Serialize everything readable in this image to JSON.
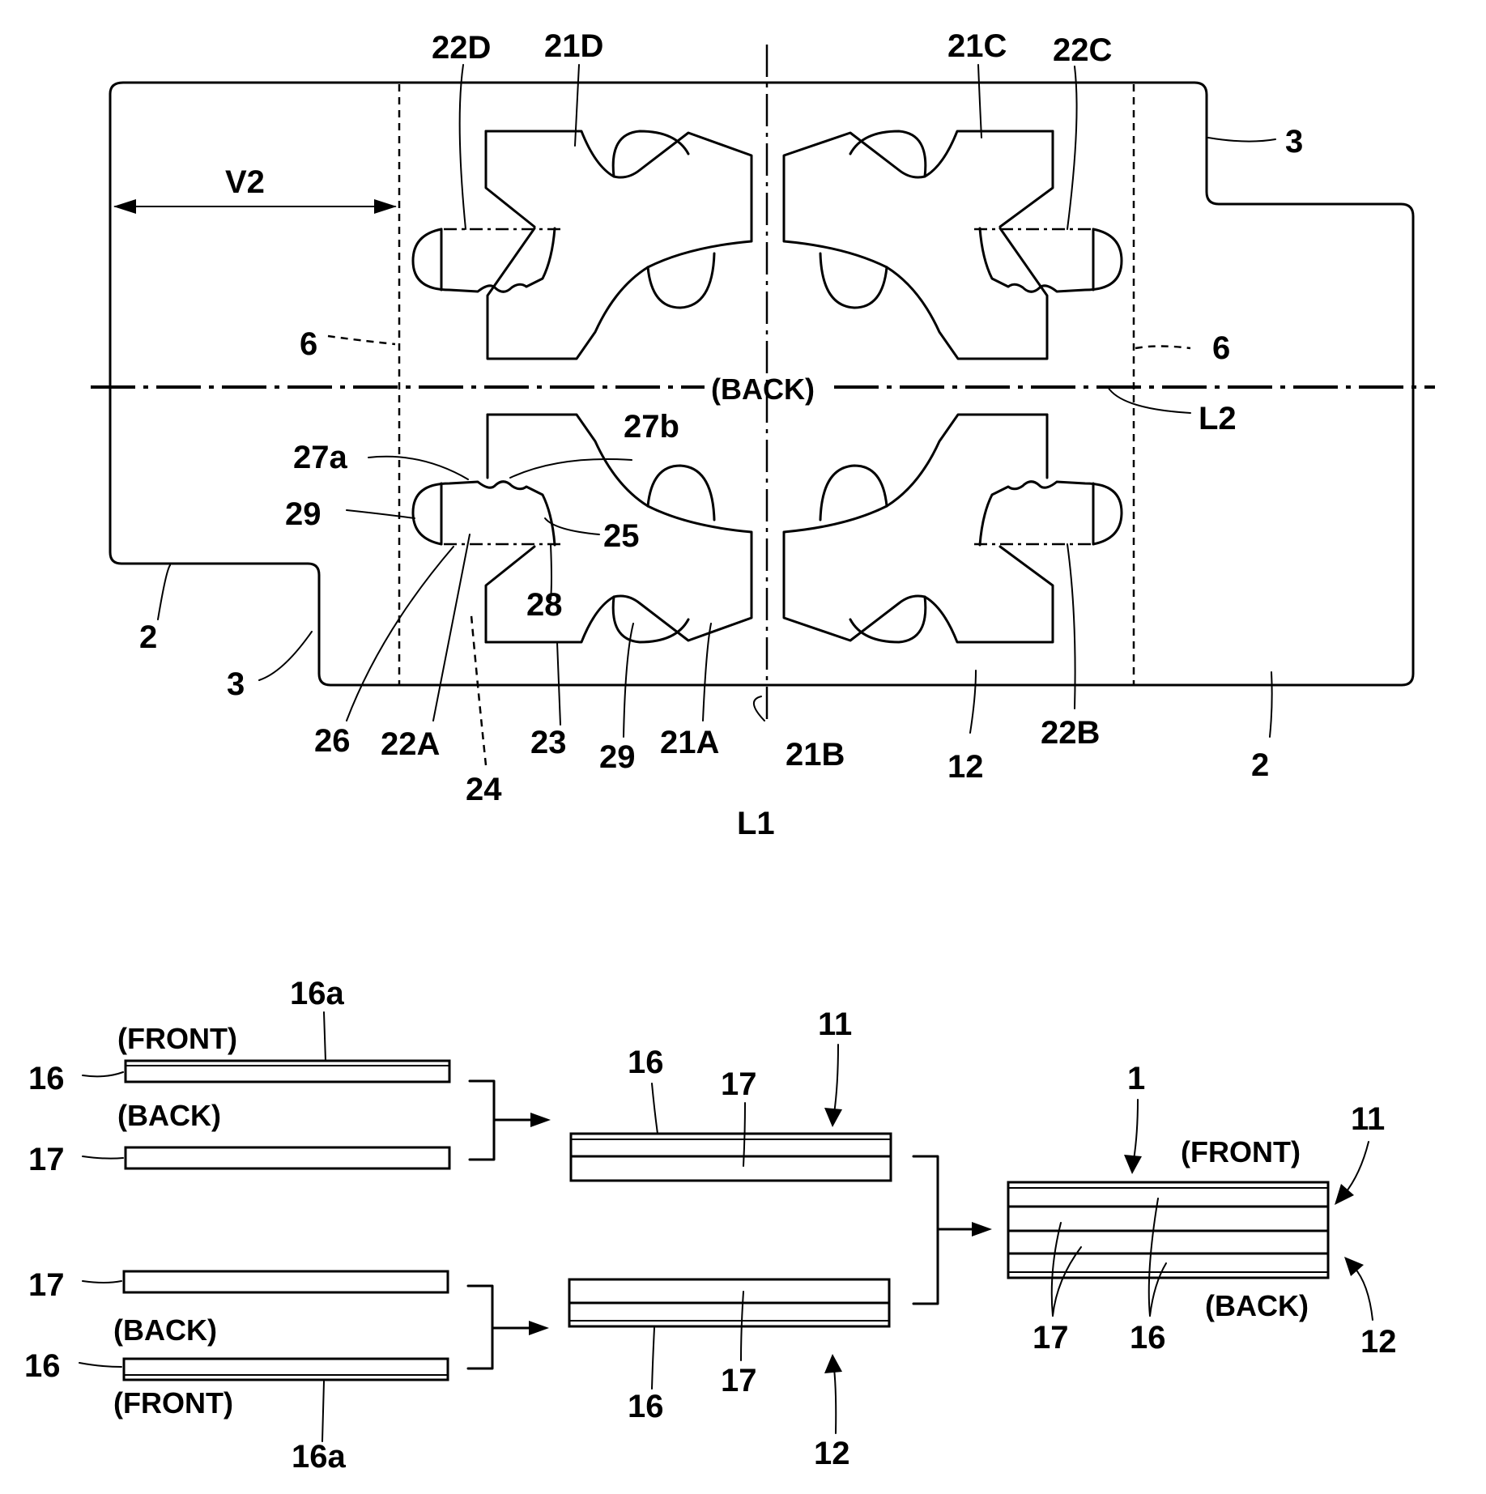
{
  "figure_top": {
    "annotations": {
      "back_center": "(BACK)",
      "dim_v2": "V2"
    },
    "refs": {
      "r22D": "22D",
      "r21D": "21D",
      "r21C": "21C",
      "r22C": "22C",
      "r3_tr": "3",
      "r6_l": "6",
      "r6_r": "6",
      "rL2": "L2",
      "r27a": "27a",
      "r27b": "27b",
      "r29_l": "29",
      "r25": "25",
      "r28": "28",
      "r2_l": "2",
      "r3_bl": "3",
      "r26": "26",
      "r22A": "22A",
      "r24": "24",
      "r23": "23",
      "r29_b": "29",
      "r21A": "21A",
      "rL1": "L1",
      "r21B": "21B",
      "r12": "12",
      "r22B": "22B",
      "r2_r": "2"
    }
  },
  "figure_bottom": {
    "left_stack_top": {
      "label_front": "(FRONT)",
      "label_back": "(BACK)",
      "ref_16a": "16a",
      "ref_16": "16",
      "ref_17": "17"
    },
    "left_stack_bottom": {
      "label_back": "(BACK)",
      "label_front": "(FRONT)",
      "ref_17": "17",
      "ref_16": "16",
      "ref_16a": "16a"
    },
    "middle_top": {
      "ref_16": "16",
      "ref_17": "17",
      "ref_11": "11"
    },
    "middle_bottom": {
      "ref_16": "16",
      "ref_17": "17",
      "ref_12": "12"
    },
    "final": {
      "ref_1": "1",
      "label_front": "(FRONT)",
      "ref_11": "11",
      "ref_17": "17",
      "ref_16": "16",
      "label_back": "(BACK)",
      "ref_12": "12"
    }
  }
}
